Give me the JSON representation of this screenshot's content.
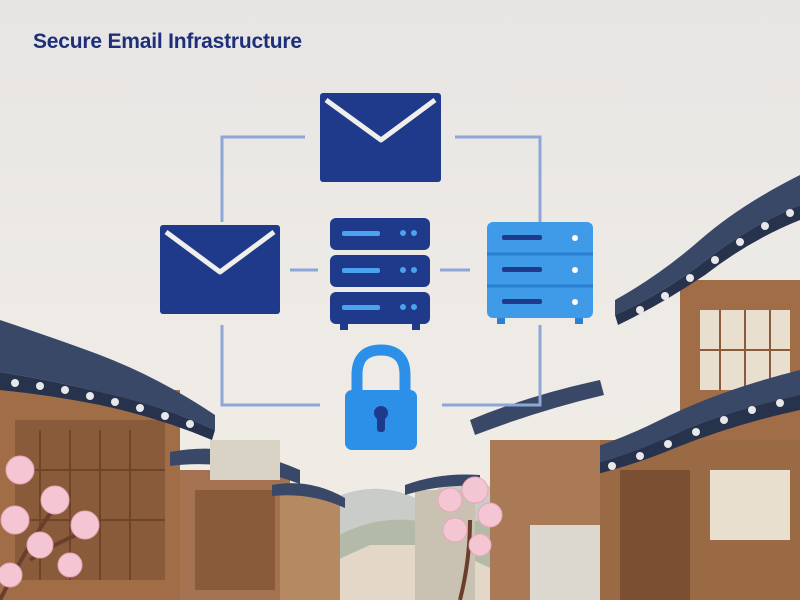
{
  "title": "Secure Email Infrastructure",
  "colors": {
    "navy": "#1f3a8a",
    "light_blue": "#3f9be8",
    "lock_blue": "#2c8fe8",
    "connector": "#8ea7d6",
    "roof": "#3a4868",
    "wood": "#9a6a45",
    "blossom": "#f4c6d3"
  },
  "icons": [
    "envelope-icon-top",
    "envelope-icon-left",
    "server-stack-icon-center",
    "server-icon-right",
    "padlock-icon"
  ]
}
